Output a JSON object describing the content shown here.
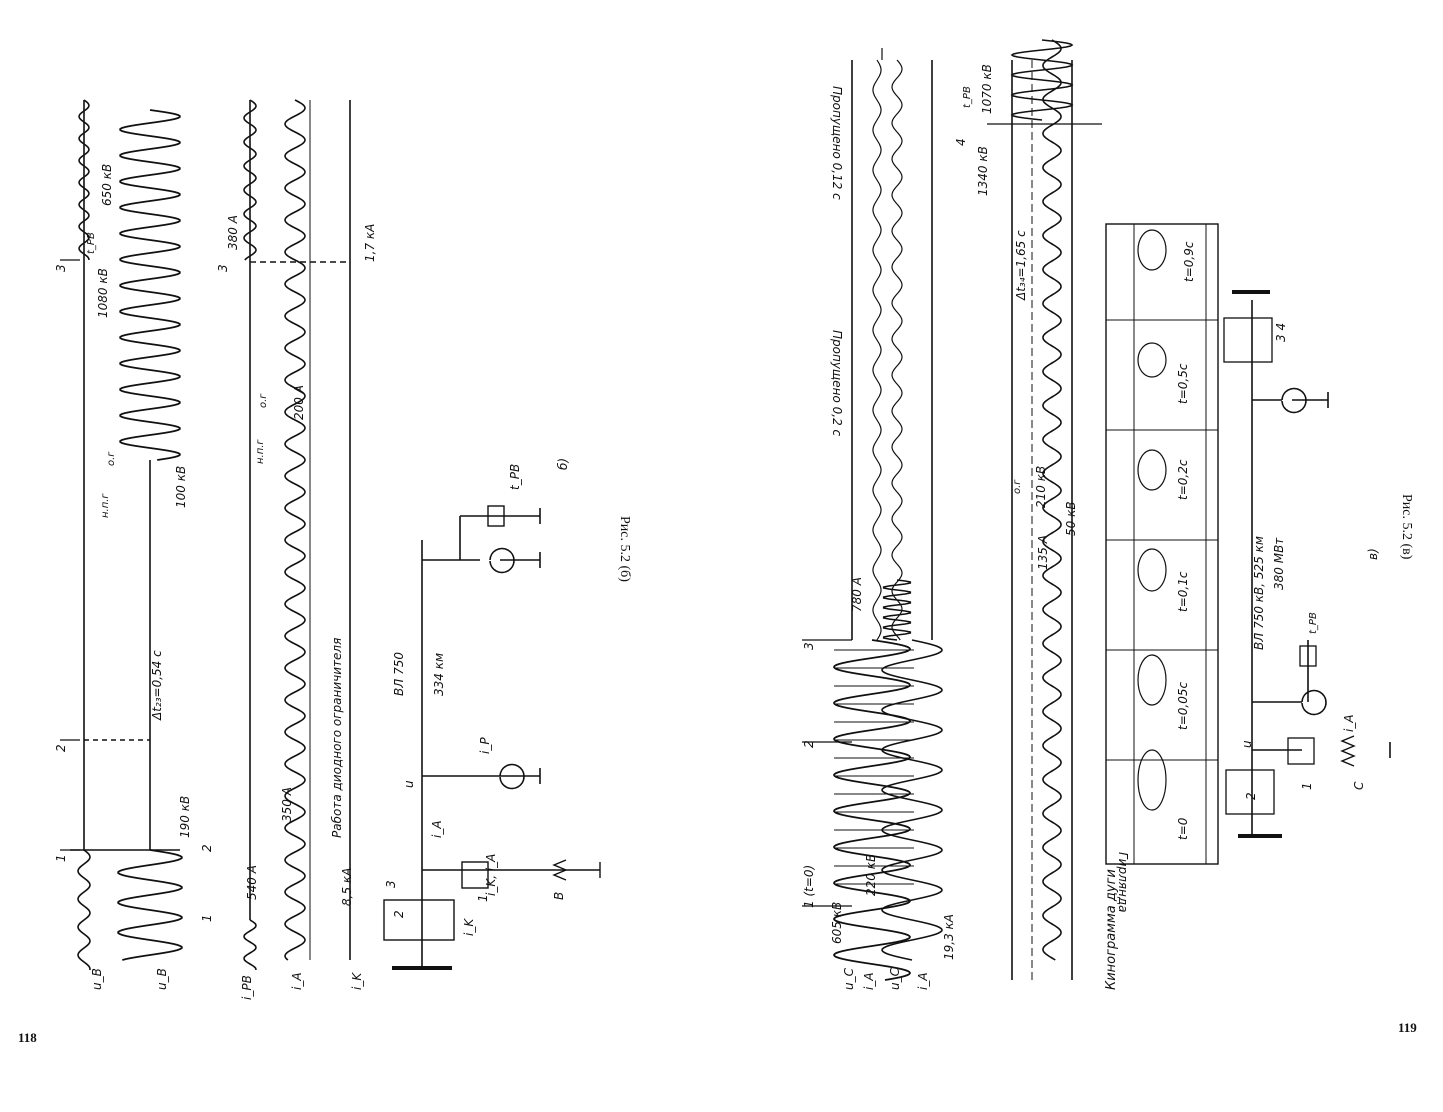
{
  "left_page": {
    "page_number": "118",
    "caption": "Рис. 5.2 (б)",
    "subfigure": "б)",
    "trace_labels": [
      "u_B",
      "u_B",
      "i_PB",
      "i_A",
      "i_K"
    ],
    "annotations": {
      "delta_t23": "Δt₂₃=0,54 с",
      "v190": "190 кВ",
      "v100": "100 кВ",
      "v1080": "1080 кВ",
      "v650": "650 кВ",
      "a540": "540 А",
      "a350": "350 А",
      "a200": "200 А",
      "a380": "380 А",
      "ka85": "8,5 кА",
      "ka17": "1,7 кА",
      "diode": "Работа диодного ограничителя",
      "npg": "н.п.г",
      "og": "о.г",
      "trv": "t_PB",
      "m1": "1",
      "m2": "2",
      "m3": "3"
    },
    "circuit": {
      "line": "ВЛ 750",
      "length": "334 км",
      "u": "u",
      "ia": "i_A",
      "ik_ia": "i_K, i_A",
      "ik": "i_K",
      "ip": "i_P",
      "trv": "t_PB",
      "b": "В",
      "n1": "1",
      "n2": "2",
      "n3": "3"
    }
  },
  "right_page": {
    "page_number": "119",
    "caption": "Рис. 5.2 (в)",
    "subfigure": "в)",
    "trace_labels": [
      "u_C",
      "i_A",
      "u_C",
      "i_A"
    ],
    "annotations": {
      "skip02": "Пропущено 0,2 с",
      "skip012": "Пропущено 0,12 с",
      "v605": "605 кВ",
      "v220": "220 кВ",
      "ka193": "19,3 кА",
      "a780": "780 А",
      "t0": "1 (t=0)",
      "m2": "2",
      "m3": "3",
      "m4": "4",
      "og": "о.г",
      "a135": "135 А",
      "v210": "210 кВ",
      "v50": "50 кВ",
      "delta_t34": "Δt₃₄=1,65 с",
      "v1340": "1340 кВ",
      "v1070": "1070 кВ",
      "trv": "t_PB"
    },
    "kinogram": {
      "title": "Кинограмма дуги",
      "side_label": "Гирлянда",
      "frames": [
        "t=0",
        "t=0,05с",
        "t=0,1с",
        "t=0,2с",
        "t=0,5с",
        "t=0,9с"
      ]
    },
    "circuit": {
      "line": "ВЛ 750 кВ, 525 км",
      "power": "380 МВт",
      "u": "u",
      "ia": "i_A",
      "c": "С",
      "n1": "1",
      "n2": "2",
      "n34": "3 4",
      "trv": "t_PB"
    }
  }
}
